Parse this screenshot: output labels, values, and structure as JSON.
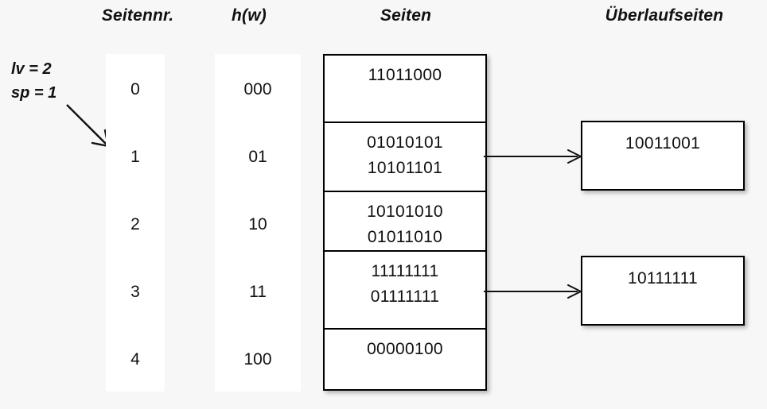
{
  "headers": {
    "page_number": "Seitennr.",
    "hash": "h(w)",
    "pages": "Seiten",
    "overflow_pages": "Überlaufseiten"
  },
  "params": {
    "level": "lv = 2",
    "split_pointer": "sp = 1"
  },
  "page_numbers": [
    "0",
    "1",
    "2",
    "3",
    "4"
  ],
  "hash_values": [
    "000",
    "01",
    "10",
    "11",
    "100"
  ],
  "pages": [
    {
      "page_number": "0",
      "entries": [
        "11011000"
      ]
    },
    {
      "page_number": "1",
      "entries": [
        "01010101",
        "10101101"
      ]
    },
    {
      "page_number": "2",
      "entries": [
        "10101010",
        "01011010"
      ]
    },
    {
      "page_number": "3",
      "entries": [
        "11111111",
        "01111111"
      ]
    },
    {
      "page_number": "4",
      "entries": [
        "00000100"
      ]
    }
  ],
  "overflow_pages": [
    {
      "from_page": "1",
      "entries": [
        "10011001"
      ]
    },
    {
      "from_page": "3",
      "entries": [
        "10111111"
      ]
    }
  ],
  "colors": {
    "background": "#f7f7f7",
    "surface": "#ffffff",
    "stroke": "#000000",
    "text": "#111111"
  }
}
